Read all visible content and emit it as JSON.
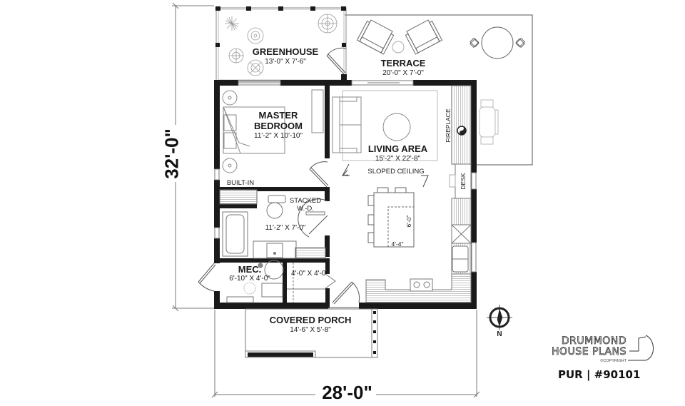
{
  "plan": {
    "rooms": [
      {
        "id": "greenhouse",
        "name": "GREENHOUSE",
        "dim": "13'-0\" X 7'-6\""
      },
      {
        "id": "terrace",
        "name": "TERRACE",
        "dim": "20'-0\" X 7'-0\""
      },
      {
        "id": "master_bedroom",
        "name_line1": "MASTER",
        "name_line2": "BEDROOM",
        "dim": "11'-2\" X 10'-10\""
      },
      {
        "id": "living_area",
        "name": "LIVING AREA",
        "dim": "15'-2\" X 22'-8\""
      },
      {
        "id": "bathroom",
        "dim": "11'-2\" X 7'-0\""
      },
      {
        "id": "mec",
        "name": "MEC.",
        "dim": "6'-10\" X 4'-0\""
      },
      {
        "id": "closet",
        "dim": "4'-0\" X 4'-0\""
      },
      {
        "id": "covered_porch",
        "name": "COVERED PORCH",
        "dim": "14'-6\" X 5'-8\""
      }
    ],
    "annotations": {
      "built_in": "BUILT-IN",
      "stacked_line1": "STACKED",
      "stacked_line2": "W.-D.",
      "fireplace": "FIREPLACE",
      "desk": "DESK",
      "sloped_ceiling": "SLOPED CEILING",
      "island_depth": "6'-0\"",
      "island_width": "4'-4\""
    },
    "dimensions": {
      "overall_depth": "32'-0\"",
      "overall_width": "28'-0\""
    },
    "compass": {
      "label": "N"
    },
    "branding": {
      "line1": "DRUMMOND",
      "line2": "HOUSE PLANS",
      "copyright": "©COPYRIGHT",
      "plan_id": "PUR | #90101"
    },
    "colors": {
      "wall": "#1a1a1a",
      "line": "#555555",
      "furniture": "#777777",
      "light": "#aaaaaa"
    }
  }
}
